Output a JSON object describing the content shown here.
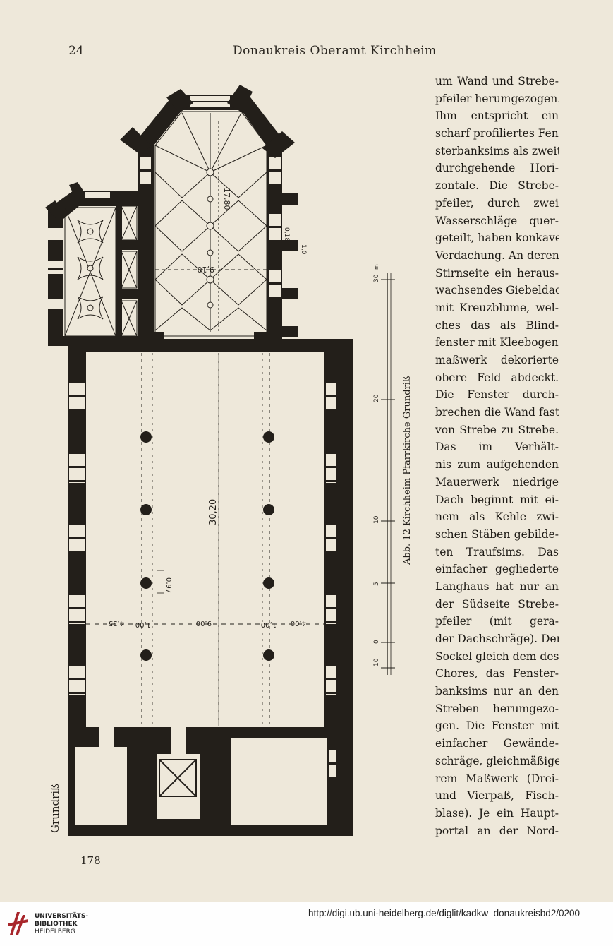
{
  "header": {
    "page_number": "24",
    "running_head": "Donaukreis   Oberamt Kirchheim"
  },
  "figure": {
    "side_label": "Grundriß",
    "caption": "Abb. 12  Kirchheim  Pfarrkirche  Grundriß",
    "dimensions": {
      "choir_length": "17,80",
      "choir_width": "9,10",
      "buttress_small": "0,18",
      "buttress_depth": "1,0",
      "nave_length": "30,20",
      "pillar_size": "0,97",
      "span_left_wall": "4,35",
      "span_left_pillar": "1,00",
      "span_center": "9,00",
      "span_right_pillar": "1,00",
      "span_right_wall": "4,00"
    },
    "scale_bar": {
      "labels": [
        "10",
        "0",
        "5",
        "10",
        "20",
        "30"
      ],
      "unit": "m"
    }
  },
  "body_text_lines": [
    "um Wand und Strebe-",
    "pfeiler herumgezogen.",
    "Ihm entspricht ein",
    "scharf profiliertes Fen-",
    "sterbanksims als zweite",
    "durchgehende Hori-",
    "zontale. Die Strebe-",
    "pfeiler, durch zwei",
    "Wasserschläge quer-",
    "geteilt, haben konkave",
    "Verdachung. An deren",
    "Stirnseite ein heraus-",
    "wachsendes Giebeldach",
    "mit Kreuzblume, wel-",
    "ches das als Blind-",
    "fenster mit Kleebogen-",
    "maßwerk dekorierte",
    "obere Feld abdeckt.",
    "Die Fenster durch-",
    "brechen die Wand fast",
    "von Strebe zu Strebe.",
    "Das im Verhält-",
    "nis zum aufgehenden",
    "Mauerwerk niedrige",
    "Dach beginnt mit ei-",
    "nem als Kehle zwi-",
    "schen Stäben gebilde-",
    "ten Traufsims. Das",
    "einfacher gegliederte",
    "Langhaus hat nur an",
    "der Südseite Strebe-",
    "pfeiler (mit gera-",
    "der Dachschräge). Der",
    "Sockel gleich dem des",
    "Chores, das Fenster-",
    "banksims nur an den",
    "Streben herumgezo-",
    "gen. Die Fenster mit",
    "einfacher Gewände-",
    "schräge, gleichmäßige-",
    "rem Maßwerk (Drei-",
    "und Vierpaß, Fisch-",
    "blase). Je ein Haupt-",
    "portal an der Nord-"
  ],
  "footer_page_number": "178",
  "library": {
    "logo_line1": "UNIVERSITÄTS-",
    "logo_line2": "BIBLIOTHEK",
    "logo_line3": "HEIDELBERG",
    "url": "http://digi.ub.uni-heidelberg.de/diglit/kadkw_donaukreisbd2/0200"
  },
  "colors": {
    "paper": "#eee8da",
    "ink": "#231f1a",
    "logo_red": "#a8262b",
    "footer_bg": "#fefefe"
  }
}
